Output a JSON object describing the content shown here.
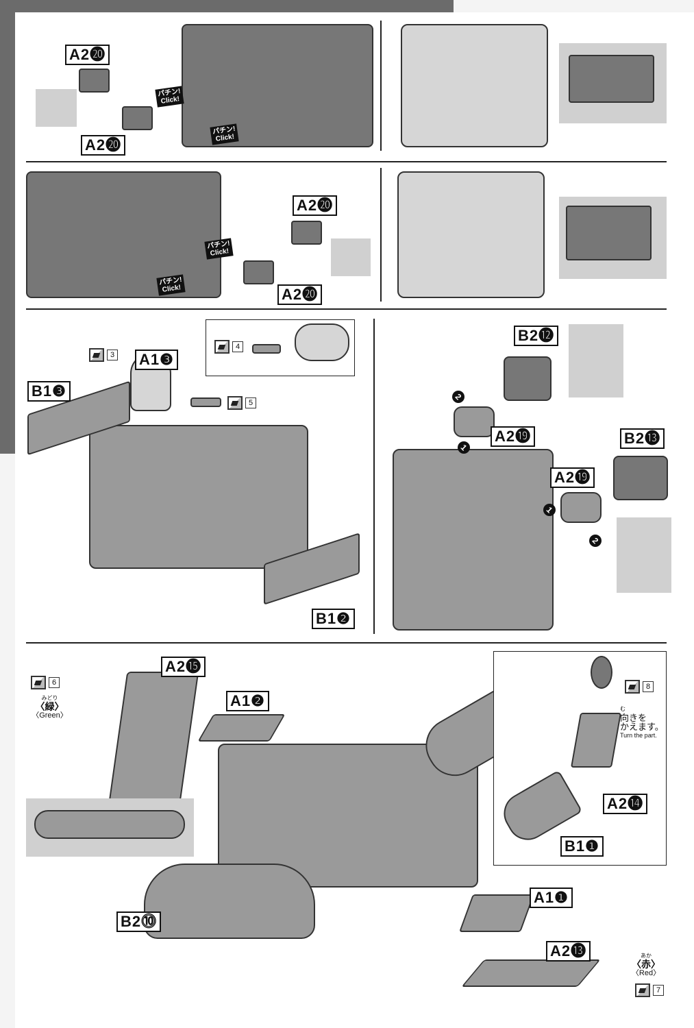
{
  "labels": {
    "r1a": "A2⓴",
    "r1b": "A2⓴",
    "r2a": "A2⓴",
    "r2b": "A2⓴",
    "a13": "A1❸",
    "b13": "B1❸",
    "b12": "B1❷",
    "b212": "B2⓬",
    "a219a": "A2⓳",
    "b213": "B2⓭",
    "a219b": "A2⓳",
    "a215": "A2⓯",
    "a12": "A1❷",
    "a214": "A2⓮",
    "b11": "B1❶",
    "a11": "A1❶",
    "b210": "B2⓾",
    "a213": "A2⓭"
  },
  "click": {
    "jp": "パチン!",
    "en": "Click!"
  },
  "stickers": {
    "s3": "3",
    "s4": "4",
    "s5": "5",
    "s6": "6",
    "s7": "7",
    "s8": "8"
  },
  "steps": {
    "one": "1",
    "two": "2"
  },
  "colors": {
    "green": {
      "ruby": "みどり",
      "jp": "〈緑〉",
      "en": "〈Green〉"
    },
    "red": {
      "ruby": "あか",
      "jp": "〈赤〉",
      "en": "〈Red〉"
    }
  },
  "turn": {
    "ruby": "む",
    "jp1": "向きを",
    "jp2": "かえます。",
    "en": "Turn the part."
  }
}
